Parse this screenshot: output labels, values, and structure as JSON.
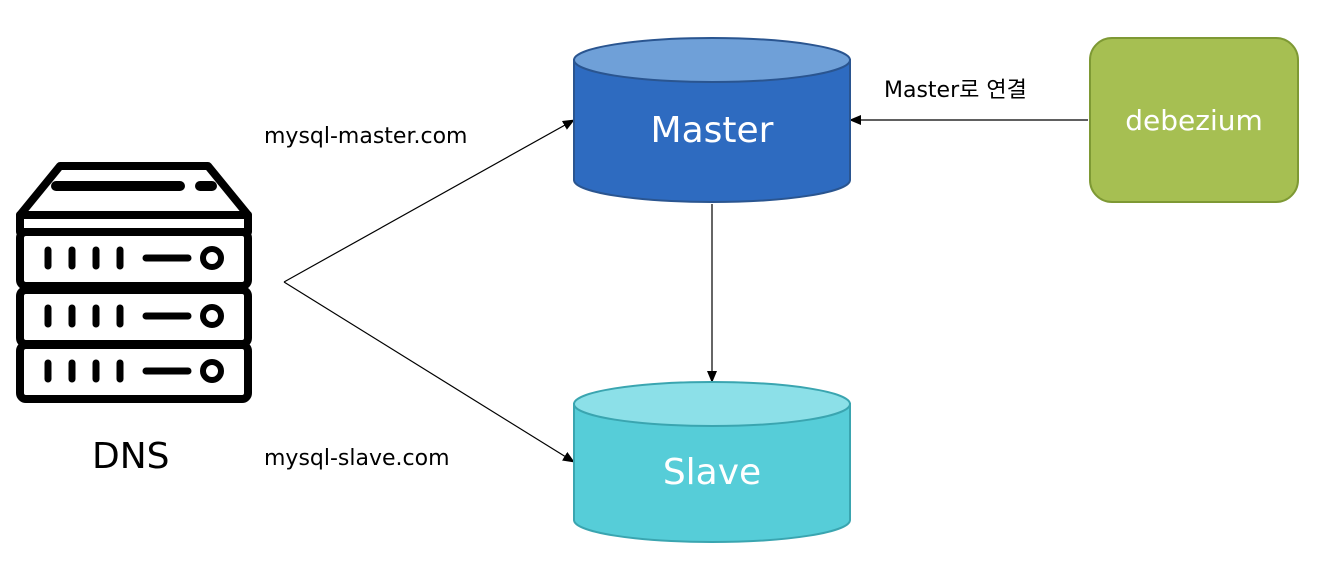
{
  "dns": {
    "label": "DNS"
  },
  "edges": {
    "master_domain": "mysql-master.com",
    "slave_domain": "mysql-slave.com",
    "debezium_link": "Master로 연결"
  },
  "nodes": {
    "master": "Master",
    "slave": "Slave",
    "debezium": "debezium"
  },
  "colors": {
    "master_body": "#2e6bc0",
    "master_top": "#6fa0d8",
    "slave_body": "#56cdd8",
    "slave_top": "#8ce0e8",
    "debezium_fill": "#a6bf52",
    "debezium_stroke": "#7e9934",
    "ink": "#000000"
  },
  "icons": {
    "dns": "server-rack-icon"
  }
}
